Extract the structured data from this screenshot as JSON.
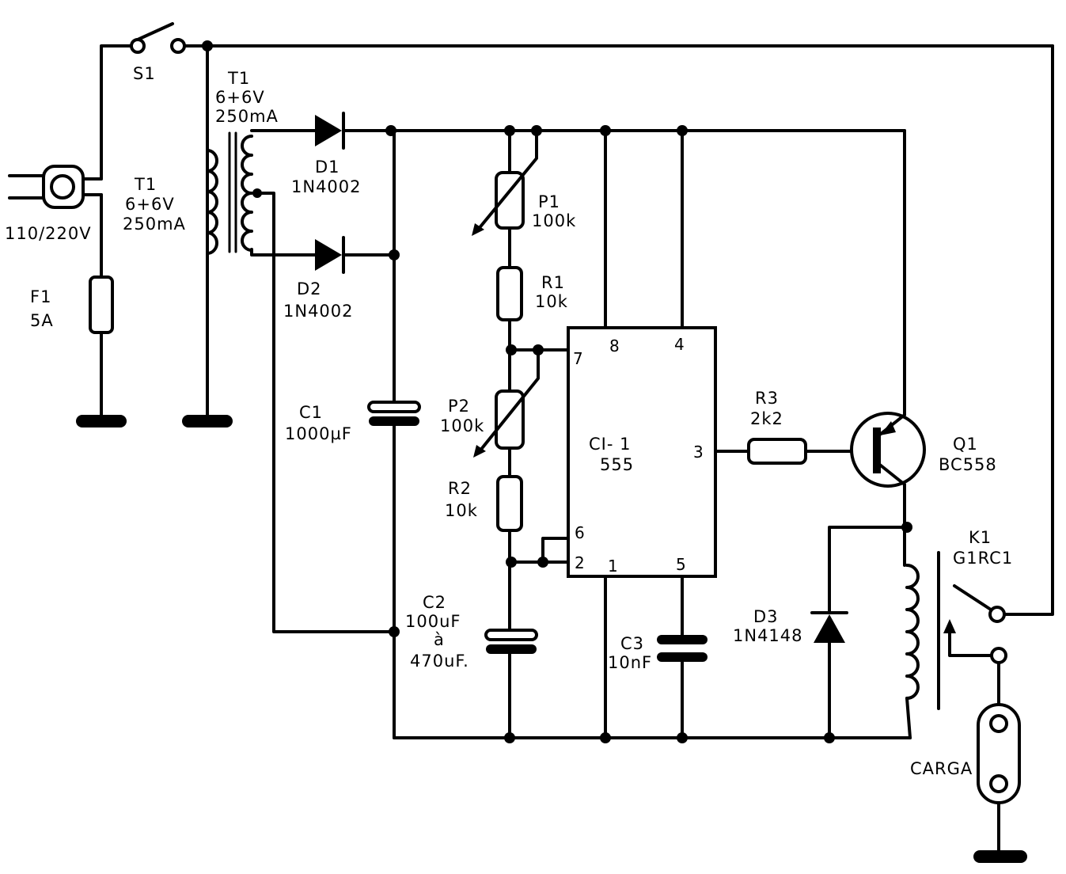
{
  "components": {
    "mains": {
      "label": "110/220V"
    },
    "switch": {
      "ref": "S1"
    },
    "fuse": {
      "ref": "F1",
      "value": "5A"
    },
    "transformer": {
      "ref": "T1",
      "voltage": "6+6V",
      "current": "250mA"
    },
    "d1": {
      "ref": "D1",
      "part": "1N4002"
    },
    "d2": {
      "ref": "D2",
      "part": "1N4002"
    },
    "c1": {
      "ref": "C1",
      "value": "1000µF"
    },
    "p1": {
      "ref": "P1",
      "value": "100k"
    },
    "r1": {
      "ref": "R1",
      "value": "10k"
    },
    "p2": {
      "ref": "P2",
      "value": "100k"
    },
    "r2": {
      "ref": "R2",
      "value": "10k"
    },
    "c2": {
      "ref": "C2",
      "value_line1": "100uF",
      "value_line2": "à",
      "value_line3": "470uF."
    },
    "ic": {
      "ref": "CI- 1",
      "part": "555",
      "pins": {
        "p8": "8",
        "p4": "4",
        "p7": "7",
        "p3": "3",
        "p6": "6",
        "p2": "2",
        "p1": "1",
        "p5": "5"
      }
    },
    "c3": {
      "ref": "C3",
      "value": "10nF"
    },
    "r3": {
      "ref": "R3",
      "value": "2k2"
    },
    "q1": {
      "ref": "Q1",
      "part": "BC558"
    },
    "d3": {
      "ref": "D3",
      "part": "1N4148"
    },
    "k1": {
      "ref": "K1",
      "part": "G1RC1"
    },
    "load": {
      "label": "CARGA"
    }
  }
}
